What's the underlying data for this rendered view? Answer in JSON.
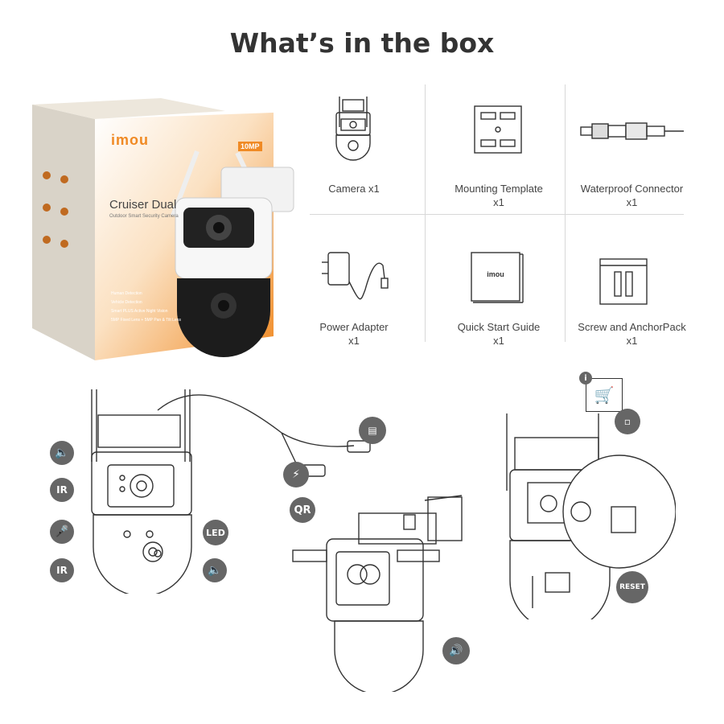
{
  "page": {
    "title": "What’s in the box"
  },
  "box": {
    "brand": "imou",
    "product_name": "Cruiser Dual",
    "product_sub": "Outdoor Smart Security Camera",
    "badge": "10MP",
    "features": [
      "Human Detection",
      "Vehicle Detection",
      "Smart PLUS Active Night Vision",
      "5MP Fixed Lens + 5MP Pan & Tilt Lens"
    ]
  },
  "items": [
    {
      "name": "Camera x1",
      "qty": ""
    },
    {
      "name": "Mounting Template",
      "qty": "x1"
    },
    {
      "name": "Waterproof Connector",
      "qty": "x1"
    },
    {
      "name": "Power Adapter",
      "qty": "x1"
    },
    {
      "name": "Quick Start Guide",
      "qty": "x1"
    },
    {
      "name": "Screw and AnchorPack",
      "qty": "x1"
    }
  ],
  "guide_logo": "imou",
  "callouts": {
    "ir": "IR",
    "led": "LED",
    "qr": "QR",
    "reset": "RESET"
  },
  "colors": {
    "accent_orange": "#f08a24",
    "callout_gray": "#666666"
  }
}
